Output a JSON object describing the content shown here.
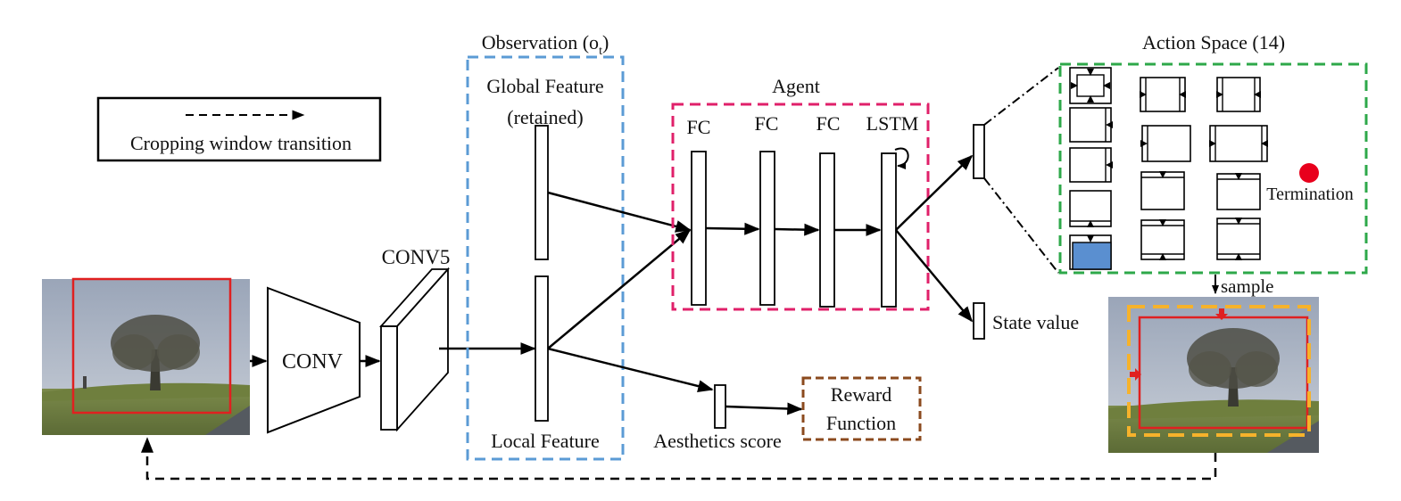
{
  "legend": {
    "label": "Cropping window transition"
  },
  "conv": {
    "label": "CONV"
  },
  "conv5": {
    "label": "CONV5"
  },
  "observation": {
    "title_main": "Observation (o",
    "title_sub": "t",
    "title_close": ")",
    "global_line1": "Global Feature",
    "global_line2": "(retained)",
    "local": "Local Feature"
  },
  "agent": {
    "title": "Agent",
    "layers": [
      "FC",
      "FC",
      "FC",
      "LSTM"
    ]
  },
  "state_value": "State value",
  "aesthetics": "Aesthetics score",
  "reward": {
    "line1": "Reward",
    "line2": "Function"
  },
  "action_space": {
    "title": "Action Space (14)",
    "termination": "Termination",
    "sample": "sample"
  },
  "colors": {
    "observation_box": "#5b9bd5",
    "agent_box": "#e0206a",
    "action_box": "#2ea84a",
    "reward_box": "#8b4a1e",
    "crop_red": "#e02020",
    "crop_orange": "#f6b22b",
    "termination_dot": "#e8001c",
    "action_fill": "#5a8fd0"
  }
}
